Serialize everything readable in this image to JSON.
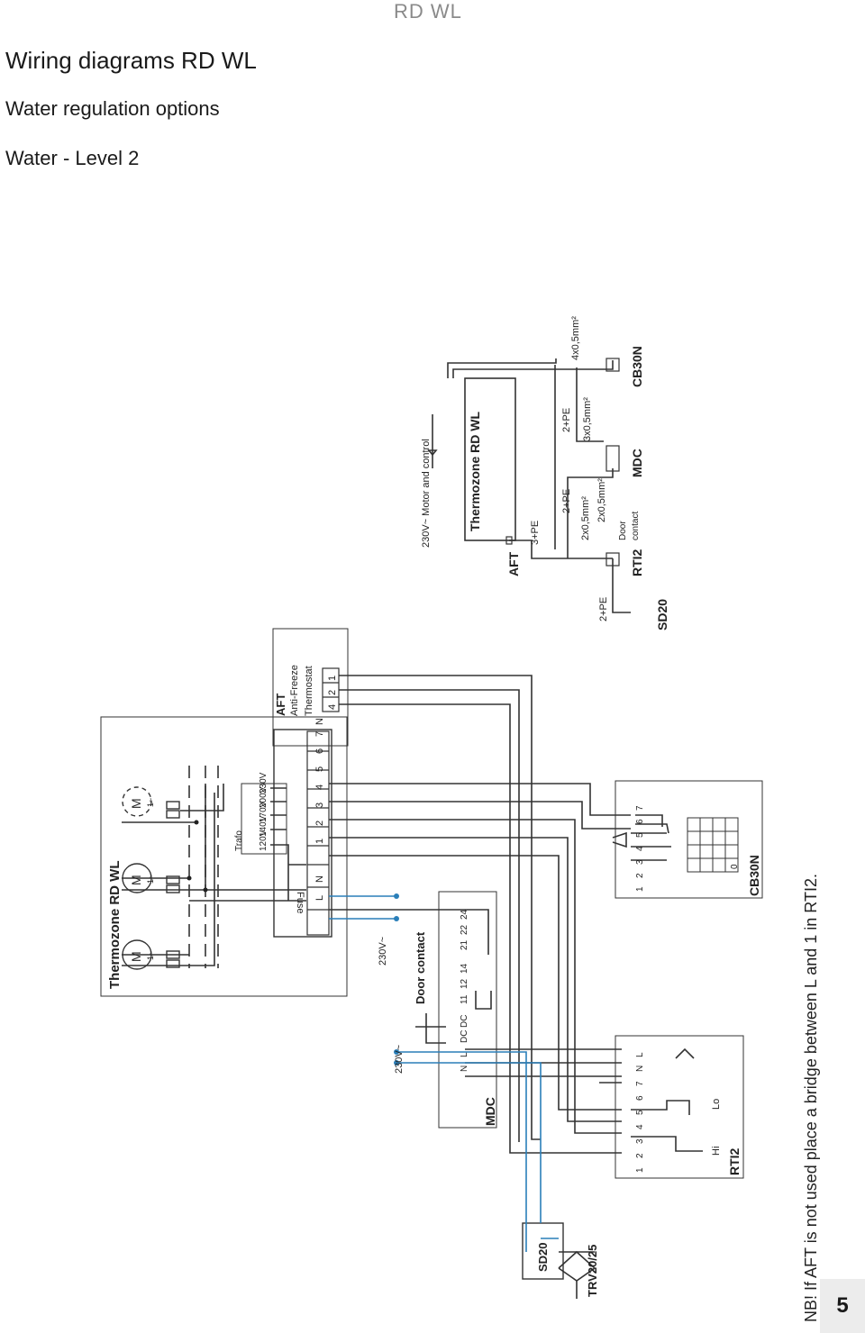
{
  "header": {
    "top_label": "RD WL",
    "title": "Wiring diagrams RD WL",
    "subtitle": "Water regulation options",
    "level": "Water - Level 2"
  },
  "unit": {
    "title": "Thermozone RD WL",
    "motor_label": "M",
    "motor_sub": "1~",
    "trafo": "Trafo",
    "voltages": [
      "120V",
      "140V",
      "170V",
      "200V",
      "230V"
    ],
    "fuse": "Fuse",
    "terminals": [
      "L",
      "N",
      "1",
      "2",
      "3",
      "4",
      "5",
      "6",
      "7",
      "N"
    ]
  },
  "aft": {
    "title": "AFT",
    "line1": "Anti-Freeze",
    "line2": "Thermostat",
    "terminals": [
      "4",
      "2",
      "1"
    ]
  },
  "supply": {
    "v1": "230V~",
    "v2": "230V~"
  },
  "mdc": {
    "title": "MDC",
    "door_contact": "Door contact",
    "terminals": [
      "N",
      "L",
      "DC",
      "DC",
      "11",
      "12",
      "14",
      "21",
      "22",
      "24"
    ]
  },
  "rti2": {
    "title": "RTI2",
    "terminals": [
      "1",
      "2",
      "3",
      "4",
      "5",
      "6",
      "7",
      "N",
      "L"
    ],
    "hi": "Hi",
    "lo": "Lo"
  },
  "cb30n": {
    "title": "CB30N",
    "terminals": [
      "1",
      "2",
      "3",
      "4",
      "5",
      "6",
      "7"
    ],
    "zero": "0"
  },
  "sd20": {
    "title": "SD20"
  },
  "trv": {
    "title": "TRV20/25"
  },
  "note": "NB! If AFT is not used place a bridge between L and 1 in RTI2.",
  "overview": {
    "motor_control": "230V~ Motor and control",
    "unit": "Thermozone RD WL",
    "aft": "AFT",
    "rti2": "RTI2",
    "sd20": "SD20",
    "mdc": "MDC",
    "cb30n": "CB30N",
    "door": "Door",
    "contact": "contact",
    "cables": [
      "3+PE",
      "2+PE",
      "2x0,5mm²",
      "2+PE",
      "2x0,5mm²",
      "2+PE",
      "3x0,5mm²",
      "4x0,5mm²"
    ]
  },
  "page_number": "5"
}
